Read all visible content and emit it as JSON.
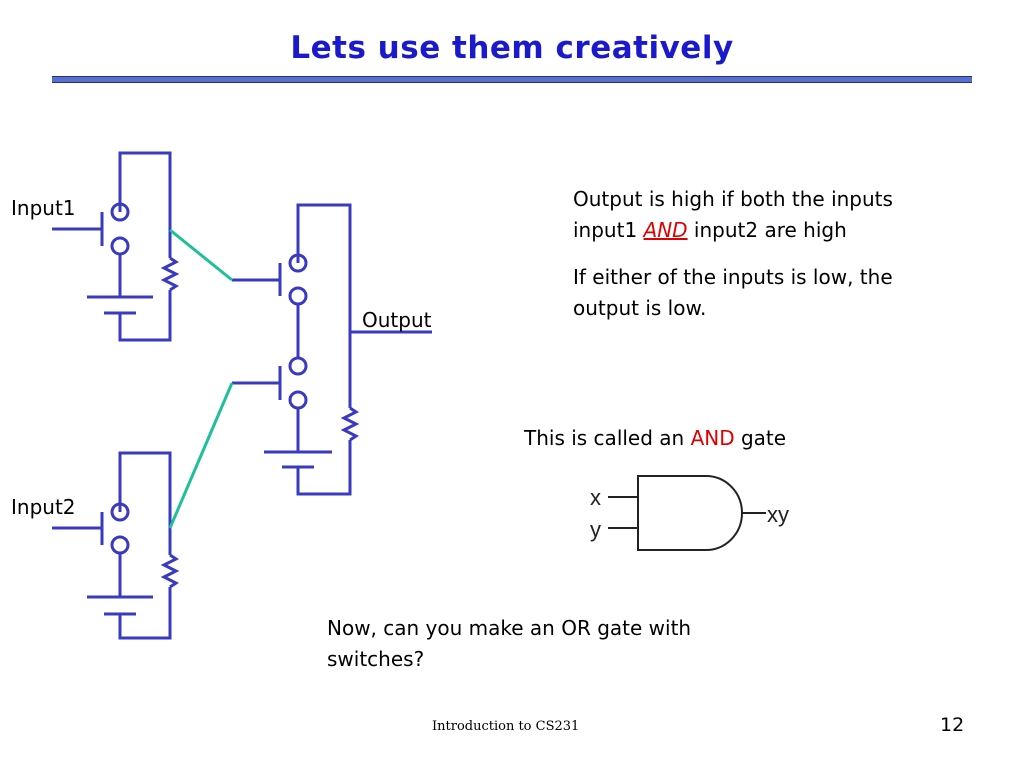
{
  "title": "Lets use them creatively",
  "labels": {
    "input1": "Input1",
    "input2": "Input2",
    "output": "Output"
  },
  "description": {
    "p1_line1": "Output is high if both the inputs",
    "p1_line2_a": "input1 ",
    "p1_line2_and": "AND",
    "p1_line2_b": " input2 are high",
    "p2_line1": "If either of the inputs is low, the",
    "p2_line2": "output is low."
  },
  "called": {
    "prefix": "This is called an ",
    "and": "AND",
    "suffix": " gate"
  },
  "gate_symbol": {
    "in_x": "x",
    "in_y": "y",
    "out": "xy"
  },
  "question": {
    "line1": "Now, can you make an OR gate with",
    "line2": "switches?"
  },
  "footer": "Introduction to CS231",
  "page_number": "12",
  "colors": {
    "title": "#1a1acc",
    "circuit": "#3a3ac0",
    "connector": "#1fbf9a",
    "highlight": "#e00000"
  }
}
